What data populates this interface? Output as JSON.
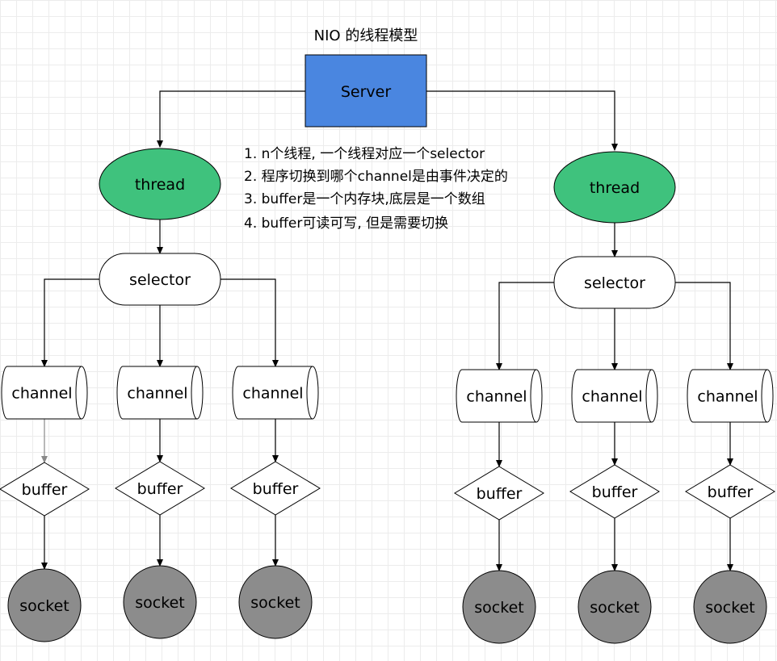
{
  "title": "NIO 的线程模型",
  "server": {
    "label": "Server"
  },
  "colors": {
    "server_fill": "#4a86e0",
    "thread_fill": "#3fc27d",
    "socket_fill": "#8c8c8c",
    "line": "#000000",
    "line_muted": "#888888"
  },
  "notes": [
    "1. n个线程, 一个线程对应一个selector",
    "2. 程序切换到哪个channel是由事件决定的",
    "3. buffer是一个内存块,底层是一个数组",
    "4. buffer可读可写, 但是需要切换"
  ],
  "groups": [
    {
      "thread_label": "thread",
      "selector_label": "selector",
      "channels": [
        {
          "channel_label": "channel",
          "buffer_label": "buffer",
          "socket_label": "socket"
        },
        {
          "channel_label": "channel",
          "buffer_label": "buffer",
          "socket_label": "socket"
        },
        {
          "channel_label": "channel",
          "buffer_label": "buffer",
          "socket_label": "socket"
        }
      ]
    },
    {
      "thread_label": "thread",
      "selector_label": "selector",
      "channels": [
        {
          "channel_label": "channel",
          "buffer_label": "buffer",
          "socket_label": "socket"
        },
        {
          "channel_label": "channel",
          "buffer_label": "buffer",
          "socket_label": "socket"
        },
        {
          "channel_label": "channel",
          "buffer_label": "buffer",
          "socket_label": "socket"
        }
      ]
    }
  ]
}
